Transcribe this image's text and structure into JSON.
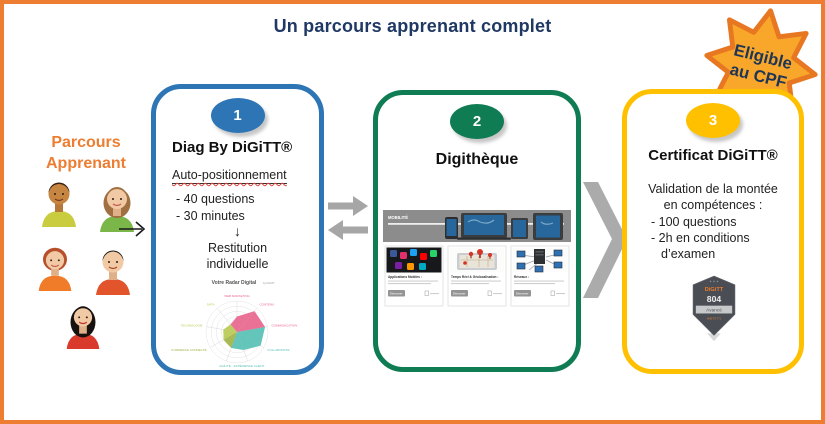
{
  "title": "Un parcours apprenant complet",
  "cpf_badge": {
    "line1": "Eligible",
    "line2": "au CPF"
  },
  "left_panel": {
    "label_line1": "Parcours",
    "label_line2": "Apprenant"
  },
  "step1": {
    "number": "1",
    "title": "Diag By DiGiTT®",
    "subtitle": "Auto-positionnement",
    "bullet1": "- 40 questions",
    "bullet2": "- 30 minutes",
    "down_arrow": "↓",
    "result_line1": "Restitution",
    "result_line2": "individuelle"
  },
  "step2": {
    "number": "2",
    "title": "Digithèque",
    "screenshot": {
      "banner_title": "MOBILITÉ",
      "cards": [
        {
          "title": "Applications Mobiles :",
          "button": "Démarrer"
        },
        {
          "title": "Temps Réel & Géolocalisation :",
          "button": "Démarrer"
        },
        {
          "title": "Réseaux :",
          "button": "Démarrer"
        }
      ]
    }
  },
  "step3": {
    "number": "3",
    "title": "Certificat DiGiTT®",
    "desc_line1": "Validation de la montée",
    "desc_line2": "en compétences :",
    "bullet1": "- 100 questions",
    "bullet2": "- 2h en conditions",
    "bullet3": "d’examen",
    "badge": {
      "brand": "DiGiTT",
      "score": "804",
      "level": "Avancé",
      "range": "#536 TO 771"
    }
  },
  "chart_data": {
    "type": "radar",
    "title": "Votre Radar Digital",
    "subtitle": "by DiGiTT",
    "categories": [
      "WEB MARKETING",
      "CONTENU",
      "COMMUNICATION",
      "COLLABORATIF",
      "EXPÉRIENCE CLIENT",
      "AGILITÉ",
      "COMMERCE CONNECTÉ",
      "TECHNOLOGIE",
      "DATA"
    ],
    "values": [
      0.5,
      0.88,
      0.92,
      0.88,
      0.62,
      0.55,
      0.5,
      0.45,
      0.32
    ],
    "range": [
      0,
      1
    ],
    "grid": "circular-web",
    "legend": "none",
    "category_colors": [
      "#E8638C",
      "#E8638C",
      "#E8638C",
      "#53BFB4",
      "#53BFB4",
      "#53BFB4",
      "#9FB243",
      "#B8C94F",
      "#B8C94F"
    ]
  },
  "colors": {
    "frame_border": "#ED7D31",
    "title_text": "#1F3864",
    "step1_accent": "#2E75B6",
    "step2_accent": "#107C54",
    "step3_accent": "#FFC000",
    "arrow_gray": "#A6A6A6",
    "cpf_fill": "#F9A72B",
    "cpf_border": "#E87722"
  }
}
